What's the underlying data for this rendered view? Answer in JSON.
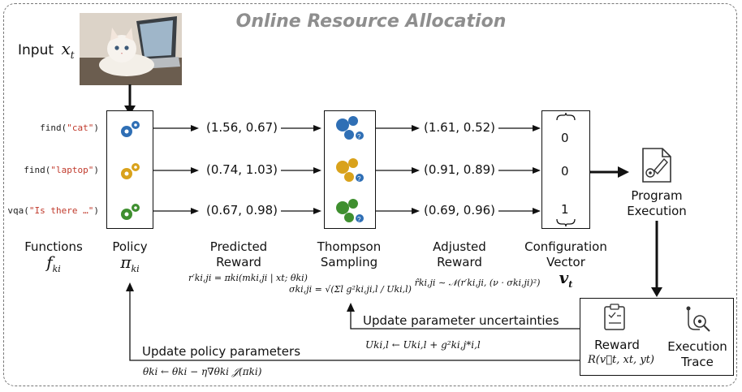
{
  "title": "Online Resource Allocation",
  "input": {
    "label": "Input",
    "var": "x",
    "sub": "t"
  },
  "functions": [
    {
      "name": "find",
      "arg": "\"cat\""
    },
    {
      "name": "find",
      "arg": "\"laptop\""
    },
    {
      "name": "vqa",
      "arg": "\"Is there …\""
    }
  ],
  "predicted": [
    "(1.56, 0.67)",
    "(0.74, 1.03)",
    "(0.67, 0.98)"
  ],
  "adjusted": [
    "(1.61, 0.52)",
    "(0.91, 0.89)",
    "(0.69, 0.96)"
  ],
  "config_values": [
    "0",
    "0",
    "1"
  ],
  "gear_colors": [
    "#2f6fb5",
    "#d9a21b",
    "#3f8f2f"
  ],
  "labels": {
    "functions": "Functions",
    "functions_sym": "f",
    "functions_sub": "ki",
    "policy": "Policy",
    "policy_sym": "π",
    "policy_sub": "ki",
    "predicted_reward": [
      "Predicted",
      "Reward"
    ],
    "thompson": [
      "Thompson",
      "Sampling"
    ],
    "adjusted_reward": [
      "Adjusted",
      "Reward"
    ],
    "config_vector": [
      "Configuration",
      "Vector"
    ],
    "config_sym": "v",
    "config_sub": "t",
    "program_execution": [
      "Program",
      "Execution"
    ],
    "reward": "Reward",
    "reward_formula": "R(v⃗t, xt, yt)",
    "execution_trace": [
      "Execution",
      "Trace"
    ]
  },
  "formulas": {
    "predicted": "r′ki,ji = πki(mki,ji | xt; θki)",
    "sigma": "σki,ji = √(Σl g²ki,ji,l / Uki,l)",
    "adjusted": "r̂ki,ji ∼ 𝒩(r′ki,ji, (ν · σki,ji)²)",
    "u_update": "Uki,l ← Uki,l + g²ki,j*i,l",
    "theta_update": "θki ← θki − η∇θki 𝒥(πki)"
  },
  "updates": {
    "uncertainties": "Update parameter uncertainties",
    "policy": "Update policy parameters"
  }
}
